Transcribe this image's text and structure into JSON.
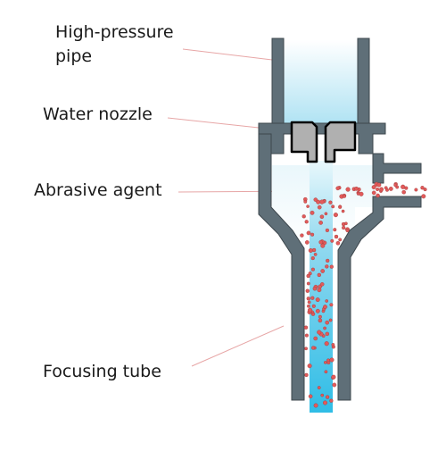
{
  "labels": {
    "high_pressure_pipe_line1": "High-pressure",
    "high_pressure_pipe_line2": "pipe",
    "water_nozzle": "Water nozzle",
    "abrasive_agent": "Abrasive agent",
    "focusing_tube": "Focusing tube"
  },
  "colors": {
    "wall": "#5f6f78",
    "water_light": "#e8f6fb",
    "water_mid": "#9fdcf0",
    "water_jet": "#3cc2e8",
    "abrasive": "#e25a5a",
    "leader_line": "#e7a6a6",
    "nozzle": "#b0b0b0"
  },
  "icons": {
    "nozzle": "water-nozzle-icon",
    "particles": "abrasive-particle-icon"
  }
}
